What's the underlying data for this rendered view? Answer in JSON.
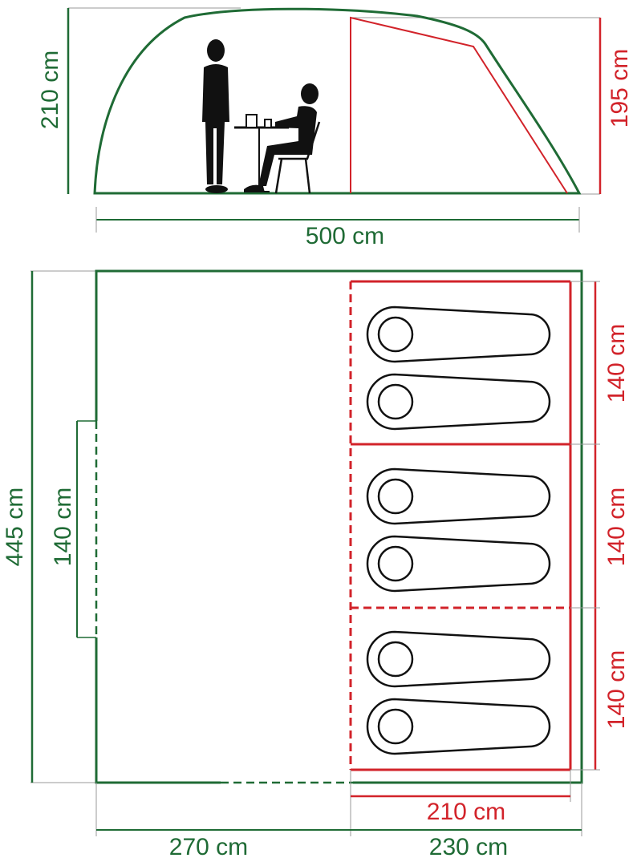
{
  "colors": {
    "green": "#1f6b35",
    "red": "#d2232a",
    "black": "#111111",
    "guide": "#9a9a9a"
  },
  "side_view": {
    "height_label": "210 cm",
    "inner_height_label": "195 cm",
    "length_label": "500 cm"
  },
  "floor_plan": {
    "depth_label": "445 cm",
    "door_label": "140 cm",
    "bedroom_labels": [
      "140 cm",
      "140 cm",
      "140 cm"
    ],
    "bedroom_depth_label": "210 cm",
    "living_length_label": "270 cm",
    "bedroom_length_label": "230 cm",
    "sleeping_bag_count": 6
  }
}
